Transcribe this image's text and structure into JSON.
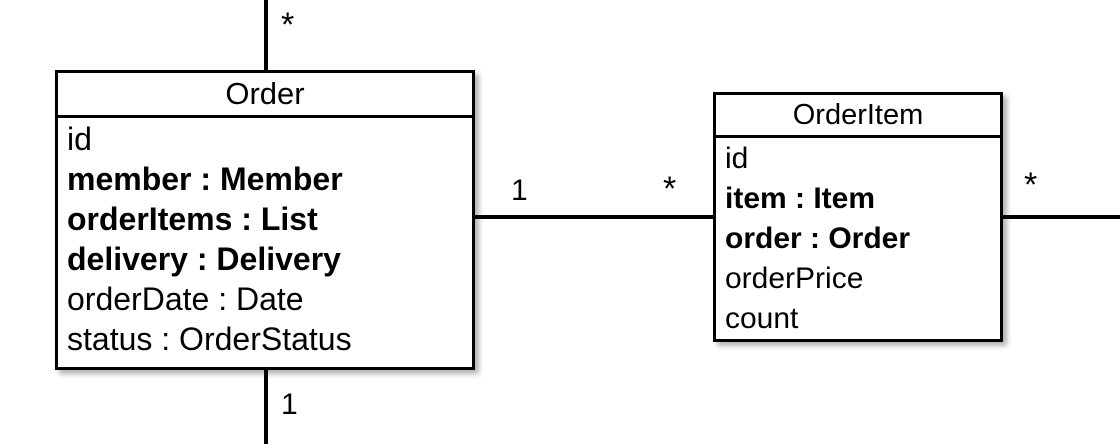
{
  "diagram": {
    "type": "uml-class-diagram",
    "background_color": "#ffffff",
    "line_color": "#000000",
    "classes": [
      {
        "id": "order",
        "name": "Order",
        "attributes": [
          {
            "text": "id",
            "bold": false
          },
          {
            "text": "member : Member",
            "bold": true
          },
          {
            "text": "orderItems : List",
            "bold": true
          },
          {
            "text": "delivery : Delivery",
            "bold": true
          },
          {
            "text": "orderDate : Date",
            "bold": false
          },
          {
            "text": "status : OrderStatus",
            "bold": false
          }
        ]
      },
      {
        "id": "orderitem",
        "name": "OrderItem",
        "attributes": [
          {
            "text": "id",
            "bold": false
          },
          {
            "text": "item : Item",
            "bold": true
          },
          {
            "text": "order : Order",
            "bold": true
          },
          {
            "text": "orderPrice",
            "bold": false
          },
          {
            "text": "count",
            "bold": false
          }
        ]
      }
    ],
    "multiplicities": {
      "order_top": "*",
      "order_bottom": "1",
      "order_right": "1",
      "orderitem_left": "*",
      "orderitem_right": "*"
    }
  }
}
